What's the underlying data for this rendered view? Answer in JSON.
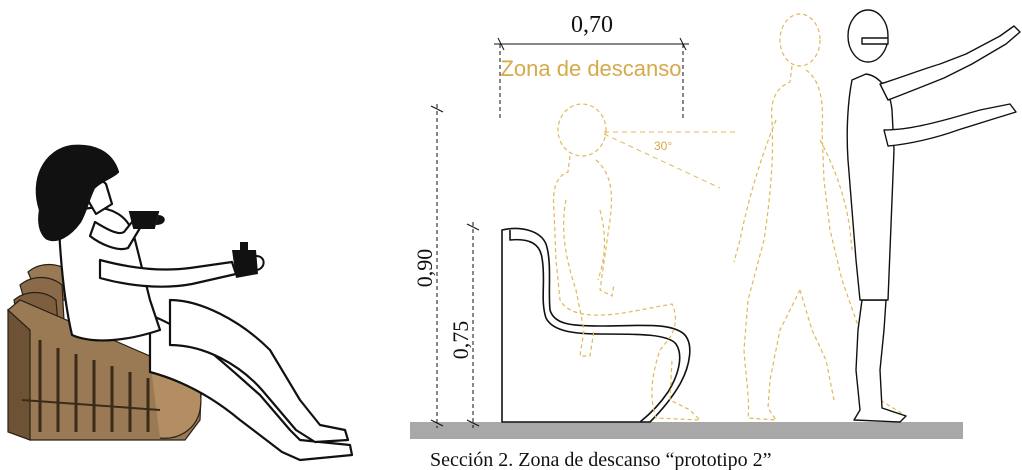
{
  "dimensions": {
    "width_label": "0,70",
    "height_total_label": "0,90",
    "height_seat_label": "0,75"
  },
  "zone": {
    "label": "Zona de descanso"
  },
  "view_angle": {
    "label": "30°"
  },
  "caption": {
    "text": "Sección 2. Zona de descanso “prototipo 2”"
  },
  "colors": {
    "ghost": "#e0b85a",
    "zone_text": "#d6a94a",
    "wood": "#8a6a48",
    "floor": "#a8a8a8",
    "ink": "#111111"
  }
}
